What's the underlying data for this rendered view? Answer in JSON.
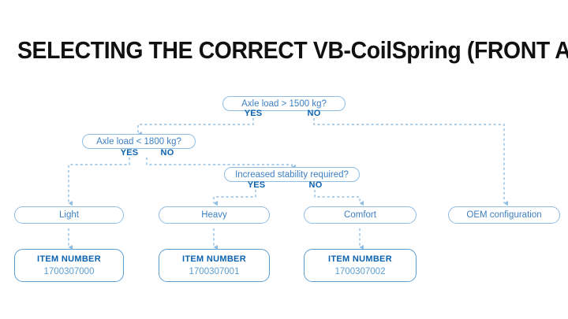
{
  "title": "SELECTING THE CORRECT VB-CoilSpring (FRONT AXLE)",
  "colors": {
    "line": "#8fbde4",
    "node_text": "#3d7fc1",
    "label_bold": "#0b63b0",
    "item_border": "#5a9ed4",
    "title": "#111111",
    "background": "#ffffff"
  },
  "flowchart": {
    "decisions": [
      {
        "id": "axle-load-1500",
        "question": "Axle load > 1500 kg?",
        "yes_label": "YES",
        "no_label": "NO"
      },
      {
        "id": "axle-load-1800",
        "question": "Axle load < 1800 kg?",
        "yes_label": "YES",
        "no_label": "NO"
      },
      {
        "id": "increased-stability",
        "question": "Increased stability required?",
        "yes_label": "YES",
        "no_label": "NO"
      }
    ],
    "results": [
      {
        "id": "light",
        "label": "Light"
      },
      {
        "id": "heavy",
        "label": "Heavy"
      },
      {
        "id": "comfort",
        "label": "Comfort"
      },
      {
        "id": "oem",
        "label": "OEM configuration"
      }
    ],
    "item_boxes": [
      {
        "id": "item-light",
        "title": "ITEM NUMBER",
        "value": "1700307000"
      },
      {
        "id": "item-heavy",
        "title": "ITEM NUMBER",
        "value": "1700307001"
      },
      {
        "id": "item-comfort",
        "title": "ITEM NUMBER",
        "value": "1700307002"
      }
    ]
  }
}
